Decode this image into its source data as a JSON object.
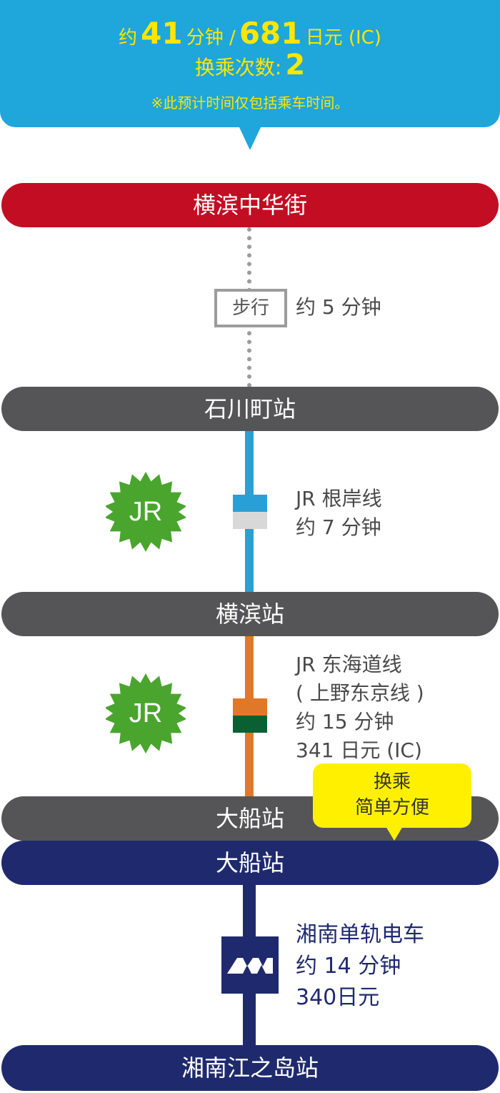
{
  "summary": {
    "prefix": "约",
    "minutes": "41",
    "minutes_unit": "分钟 /",
    "fare": "681",
    "fare_unit": "日元 (IC)",
    "transfers_label": "换乘次数:",
    "transfers": "2",
    "note": "※此预计时间仅包括乘车时间。"
  },
  "stations": [
    {
      "name": "横滨中华街"
    },
    {
      "name": "石川町站"
    },
    {
      "name": "横滨站"
    },
    {
      "name": "大船站"
    },
    {
      "name": "大船站"
    },
    {
      "name": "湘南江之岛站"
    }
  ],
  "segments": {
    "walk": {
      "badge": "步行",
      "time": "约 5 分钟"
    },
    "negishi": {
      "logo": "JR",
      "line": "JR 根岸线",
      "time": "约 7 分钟"
    },
    "tokaido": {
      "logo": "JR",
      "line": "JR 东海道线",
      "subline": "( 上野东京线 )",
      "time": "约 15 分钟",
      "fare": "341 日元 (IC)"
    },
    "monorail": {
      "logo_icon": "shonan-monorail-logo",
      "line": "湘南单轨电车",
      "time": "约 14 分钟",
      "fare": "340日元"
    }
  },
  "transfer_bubble": {
    "line1": "换乘",
    "line2": "简单方便"
  },
  "colors": {
    "summary_bg": "#1fa6db",
    "summary_text": "#ffe600",
    "station_start": "#c30d23",
    "station_gray": "#555557",
    "station_navy": "#1f2a6e",
    "jr_green": "#4aa52e",
    "negishi_blue": "#2a9fd6",
    "negishi_gray": "#d8d8d8",
    "tokaido_orange": "#e0782a",
    "tokaido_green": "#0a6033",
    "transfer_yellow": "#fff000"
  }
}
